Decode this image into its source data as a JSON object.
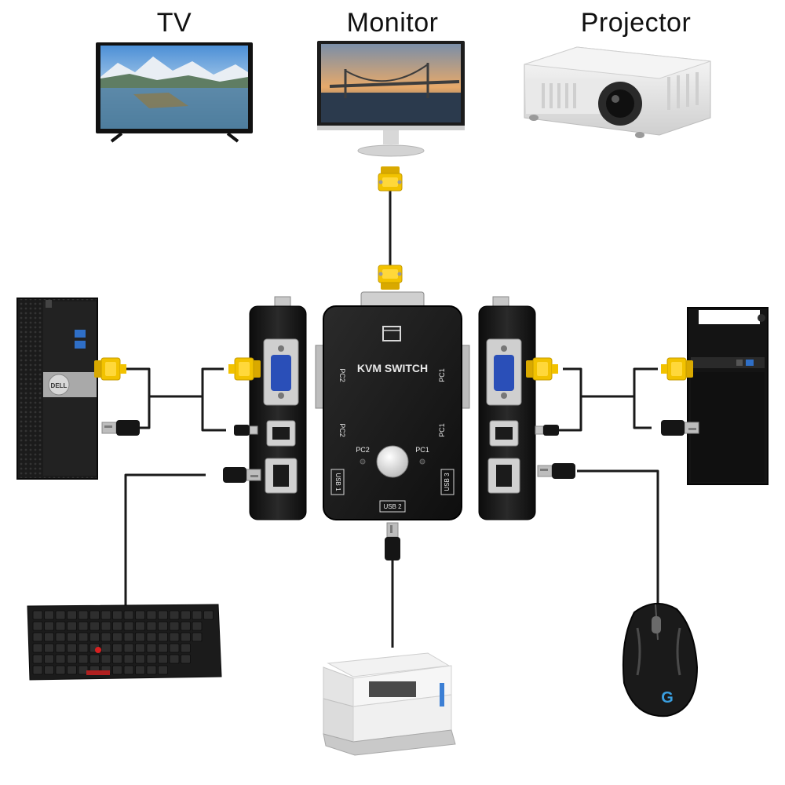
{
  "headings": {
    "tv": "TV",
    "monitor": "Monitor",
    "projector": "Projector"
  },
  "kvm": {
    "title": "KVM SWITCH",
    "left_port_label_top": "PC2",
    "left_port_label_bottom": "PC2",
    "right_port_label_top": "PC1",
    "right_port_label_bottom": "PC1",
    "button_label_left": "PC2",
    "button_label_right": "PC1",
    "usb1_label": "USB 1",
    "usb2_label": "USB 2",
    "usb3_label": "USB 3"
  },
  "branding": {
    "mouse_logo": "G",
    "pc_logo": "DELL"
  },
  "colors": {
    "vga_connector": "#f2c200",
    "cable": "#1a1a1a",
    "kvm_body": "#141414",
    "vga_port": "#2a4fb8",
    "background": "#ffffff"
  },
  "icons": [
    "tv-icon",
    "monitor-icon",
    "projector-icon",
    "desktop-pc-icon",
    "tower-pc-icon",
    "keyboard-icon",
    "printer-icon",
    "gaming-mouse-icon",
    "vga-connector-icon",
    "usb-a-plug-icon",
    "usb-b-plug-icon"
  ]
}
